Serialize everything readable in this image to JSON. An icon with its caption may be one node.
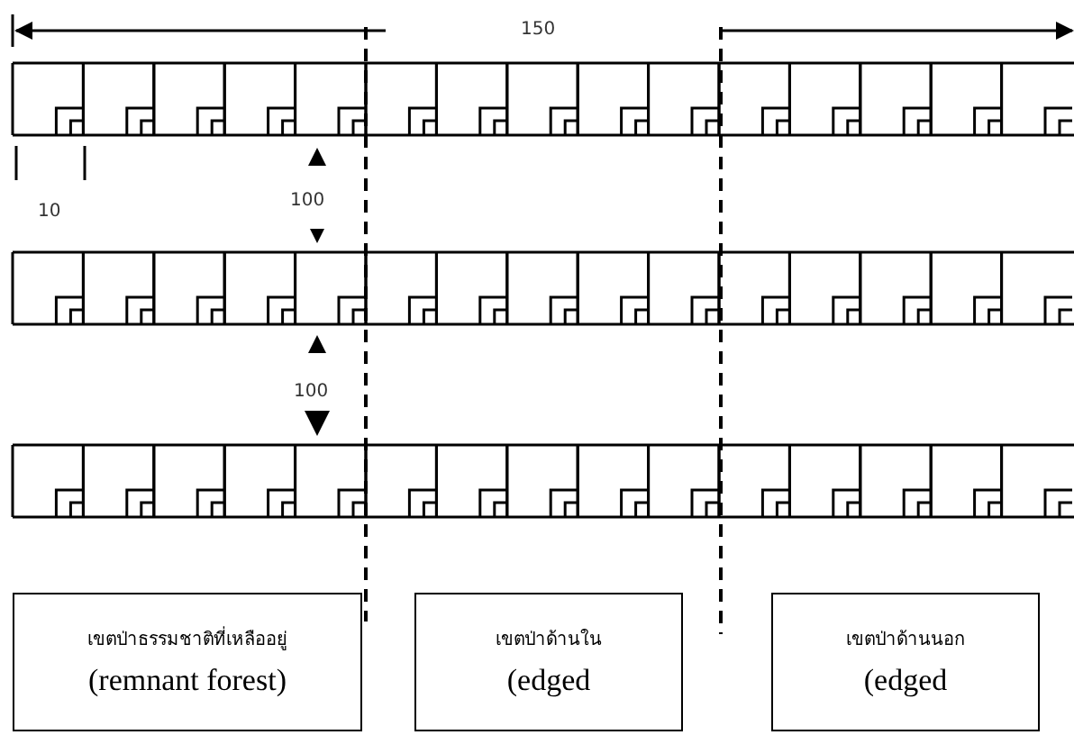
{
  "diagram": {
    "nodes": [
      {
        "text": [
          "เขตป่าธรรมชาติที่เหลืออยู่",
          "(remnant forest)"
        ]
      },
      {
        "text": [
          "เขตป่าด้านใน",
          "(edged"
        ]
      },
      {
        "text": [
          "เขตป่าด้านนอก",
          "(edged"
        ]
      }
    ],
    "edges": [],
    "labels": [
      "150",
      "10",
      "100",
      "100"
    ]
  }
}
